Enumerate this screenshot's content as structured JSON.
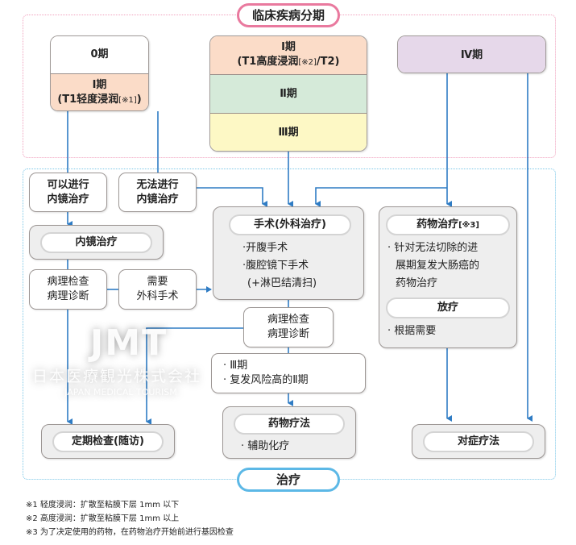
{
  "section_titles": {
    "staging": "临床疾病分期",
    "treatment": "治疗"
  },
  "stages": {
    "stage0": "0期",
    "stage1_mild_title": "I期",
    "stage1_mild_sub": "(T1轻度浸润",
    "stage1_mild_note": "[※1]",
    "stage1_mild_close": ")",
    "stage1_high_title": "I期",
    "stage1_high_sub": "(T1高度浸润",
    "stage1_high_note": "[※2]",
    "stage1_high_close": "/T2)",
    "stage2": "Ⅱ期",
    "stage3": "Ⅲ期",
    "stage4": "Ⅳ期"
  },
  "nodes": {
    "endo_possible": [
      "可以进行",
      "内镜治疗"
    ],
    "endo_impossible": [
      "无法进行",
      "内镜治疗"
    ],
    "endo_treatment": "内镜治疗",
    "pathology_left": [
      "病理检查",
      "病理诊断"
    ],
    "needs_surgery": [
      "需要",
      "外科手术"
    ],
    "surgery": {
      "title": "手术(外科治疗)",
      "items": [
        "·开腹手术",
        "·腹腔镜下手术",
        "(+淋巴结清扫)"
      ]
    },
    "pathology_mid": [
      "病理检查",
      "病理诊断"
    ],
    "risk_criteria": [
      "· Ⅲ期",
      "· 复发风险高的Ⅱ期"
    ],
    "chemo": {
      "title": "药物疗法",
      "items": [
        "· 辅助化疗"
      ]
    },
    "drug_therapy": {
      "title": "药物治疗",
      "note": "[※3]",
      "items": [
        "· 针对无法切除的进",
        "展期复发大肠癌的",
        "药物治疗"
      ]
    },
    "radiotherapy": {
      "title": "放疗",
      "items": [
        "· 根据需要"
      ]
    },
    "followup": "定期检查(随访)",
    "symptomatic": "对症疗法"
  },
  "watermark": {
    "logo": "JMT",
    "company_jp": "日本医療観光株式会社",
    "company_en": "JAPAN MEDICAL TOURISM"
  },
  "footnotes": [
    "※1 轻度浸润：扩散至粘膜下层 1mm 以下",
    "※2 高度浸润：扩散至粘膜下层 1mm 以上",
    "※3 为了决定使用的药物，在药物治疗开始前进行基因检查"
  ],
  "colors": {
    "connector": "#2f7cc4",
    "staging_frame": "#e9799e",
    "treatment_frame": "#5cb8e6",
    "stage_salmon": "#fbdcc8",
    "stage_green": "#d5ead9",
    "stage_yellow": "#fdf8c5",
    "stage_purple": "#e6d8ea"
  }
}
